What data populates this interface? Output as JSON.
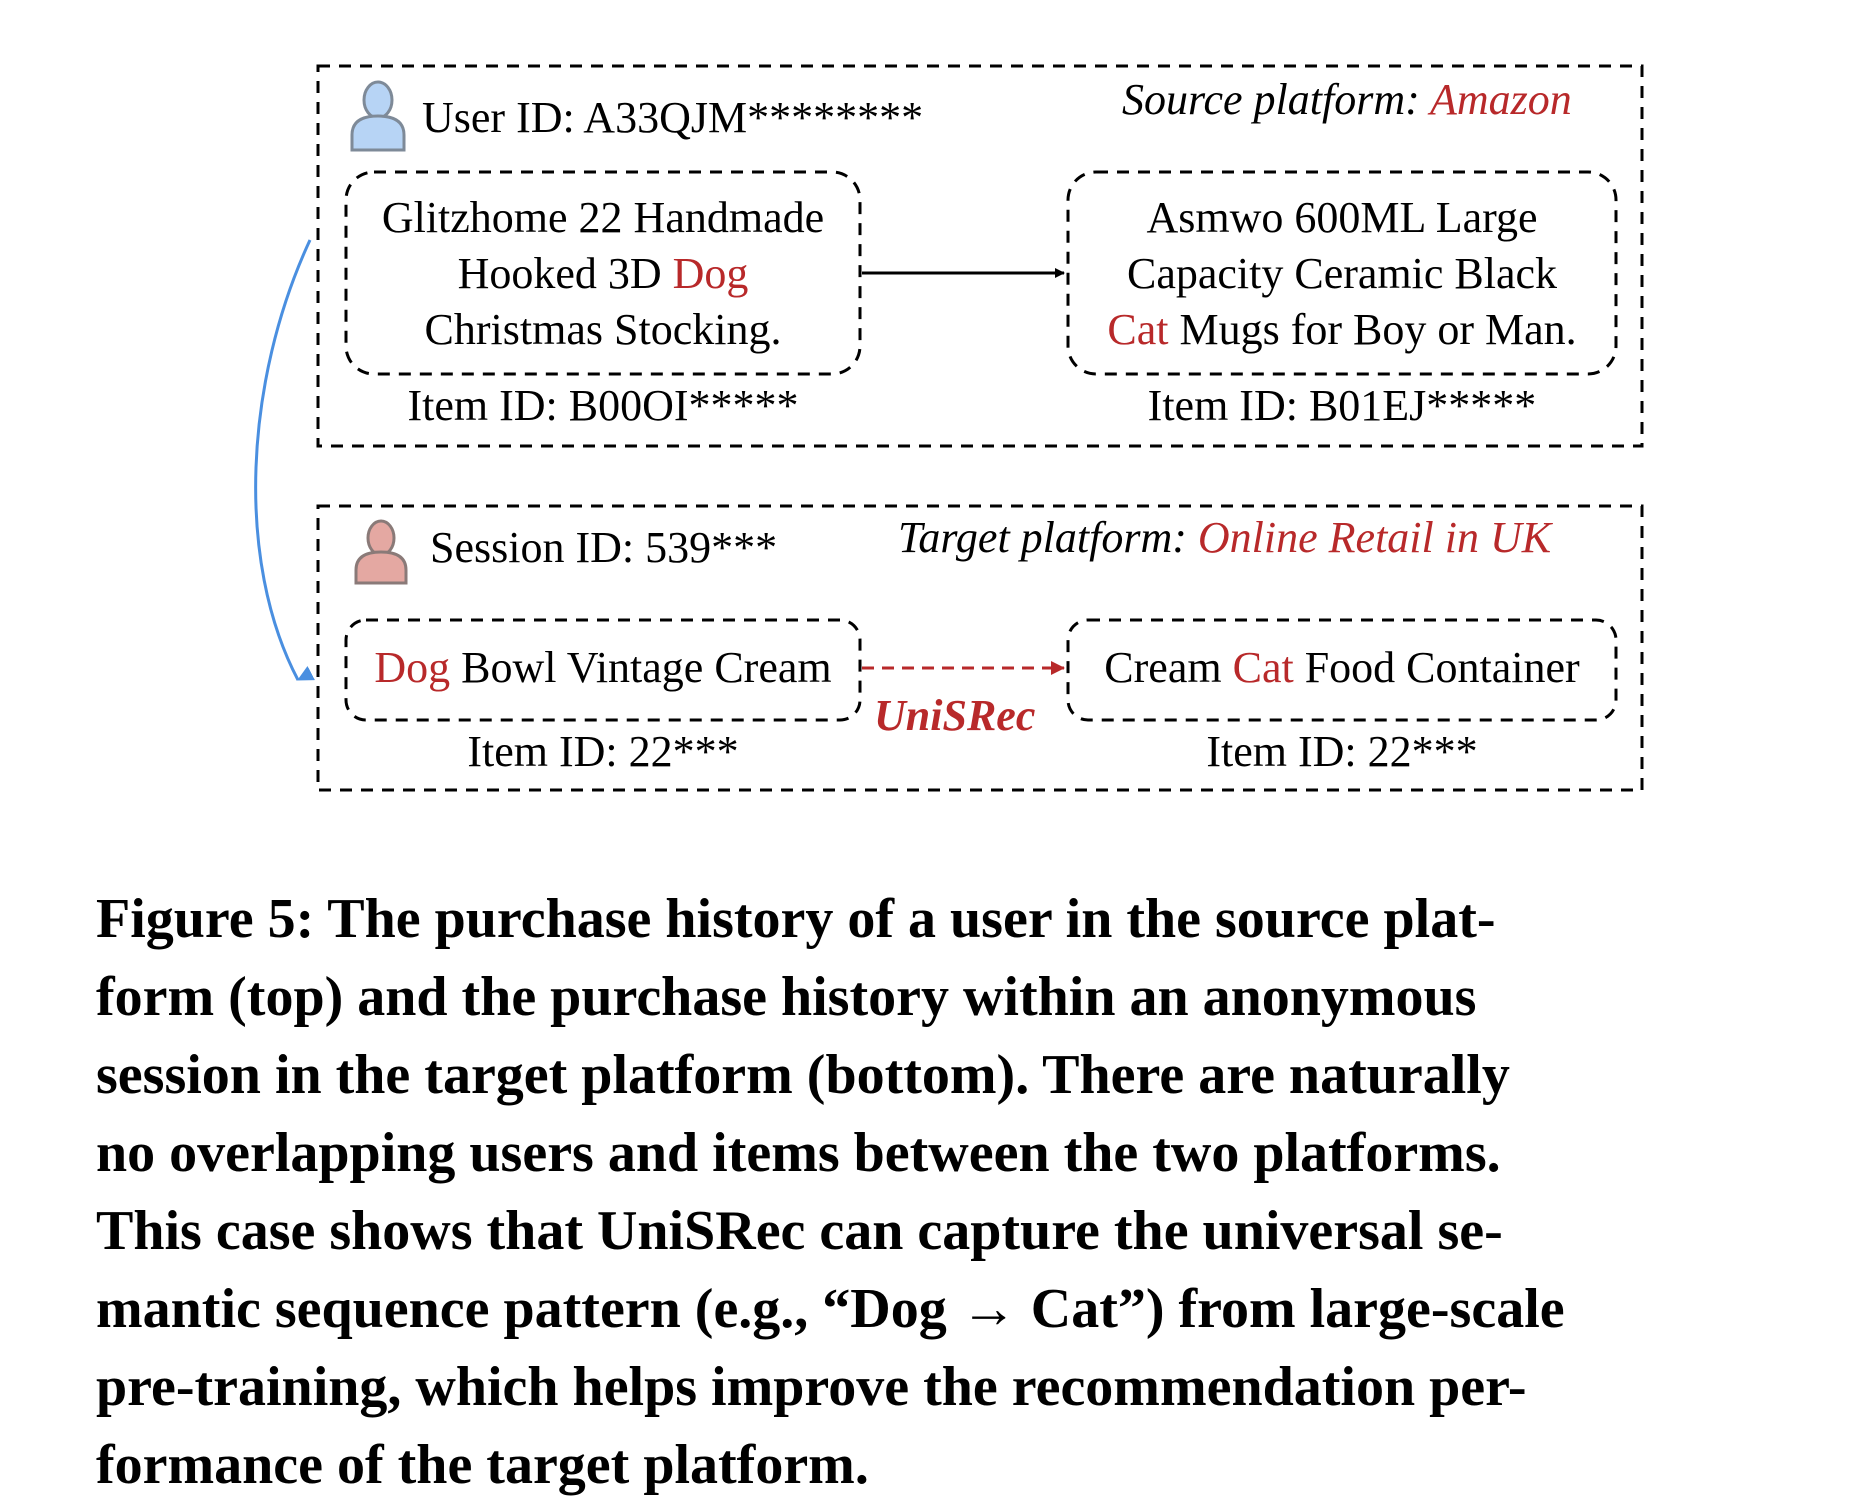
{
  "source": {
    "user_label": "User ID: A33QJM********",
    "platform_prefix": "Source platform: ",
    "platform_name": "Amazon",
    "item1": {
      "line1": "Glitzhome 22 Handmade",
      "line2_pre": "Hooked 3D ",
      "line2_hl": "Dog",
      "line3": "Christmas Stocking.",
      "id": "Item ID: B00OI*****"
    },
    "item2": {
      "line1": "Asmwo 600ML Large",
      "line2": "Capacity Ceramic Black",
      "line3_hl": "Cat",
      "line3_post": " Mugs for Boy or Man.",
      "id": "Item ID: B01EJ*****"
    }
  },
  "target": {
    "session_label": "Session ID: 539***",
    "platform_prefix": "Target platform: ",
    "platform_name": "Online Retail in UK",
    "item1": {
      "hl": "Dog",
      "post": " Bowl Vintage Cream",
      "id": "Item ID: 22***"
    },
    "item2": {
      "pre": "Cream ",
      "hl": "Cat",
      "post": " Food Container",
      "id": "Item ID: 22***"
    },
    "model_label": "UniSRec"
  },
  "colors": {
    "highlight": "#b8292a",
    "source_user": "#b7d4f5",
    "target_user": "#e4a8a2",
    "transfer_arrow": "#4a8fe0"
  },
  "caption": {
    "lines": [
      "Figure 5: The purchase history of a user in the source plat-",
      "form (top) and the purchase history within an anonymous",
      "session in the target platform (bottom). There are naturally",
      "no overlapping users and items between the two platforms.",
      "This case shows that UniSRec can capture the universal se-",
      "mantic sequence pattern (e.g., “Dog → Cat”) from large-scale",
      "pre-training, which helps improve the recommendation per-",
      "formance of the target platform."
    ]
  }
}
